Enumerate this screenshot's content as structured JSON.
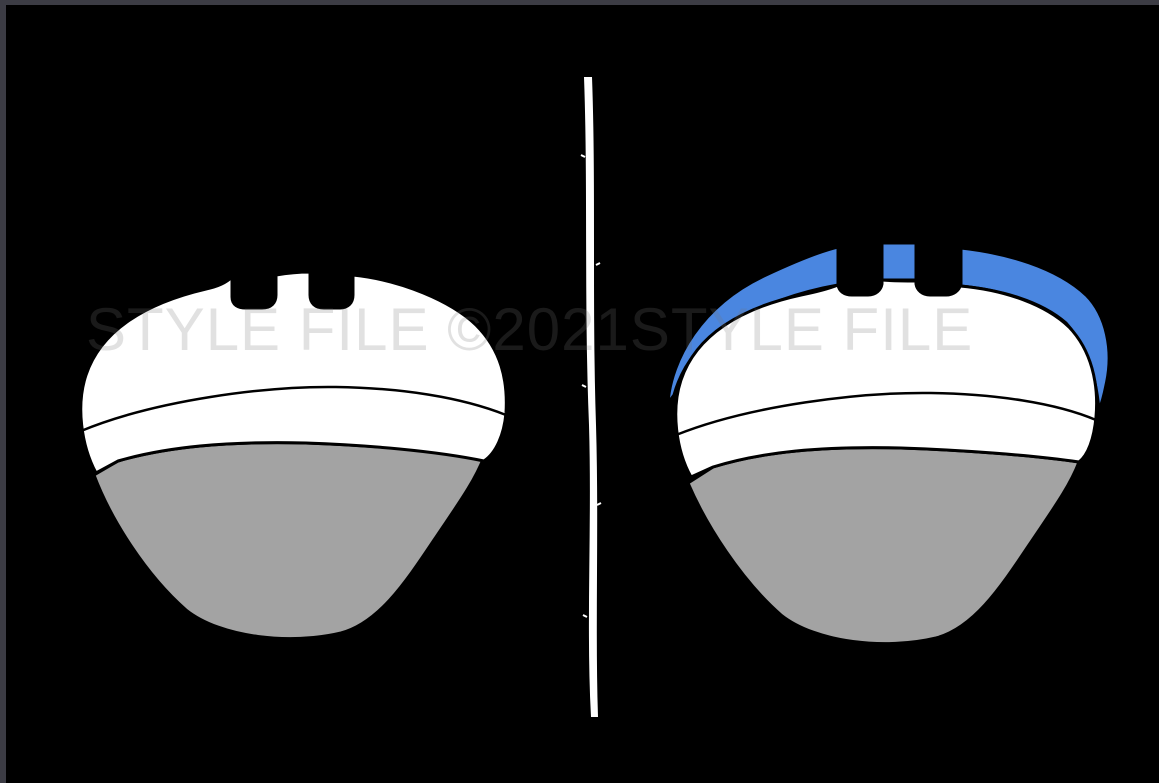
{
  "watermark": {
    "text": "STYLE FILE ©2021STYLE FILE"
  },
  "colors": {
    "background": "#000000",
    "frame": "#3c3c44",
    "upper_part": "#ffffff",
    "lower_part": "#a3a3a3",
    "highlight_band": "#4a86e0",
    "divider": "#ffffff"
  },
  "panels": [
    {
      "id": "left",
      "band_highlighted": false
    },
    {
      "id": "right",
      "band_highlighted": true
    }
  ]
}
